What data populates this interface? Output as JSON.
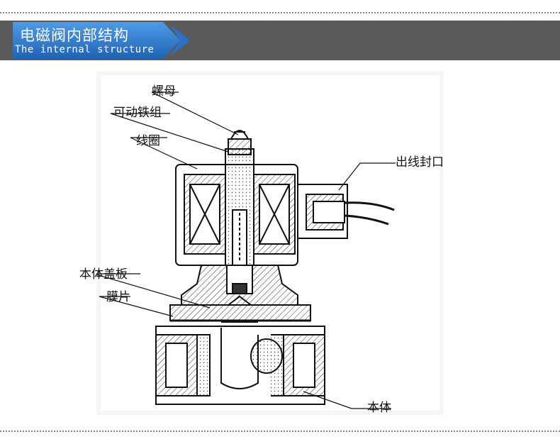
{
  "header": {
    "title_cn": "电磁阀内部结构",
    "title_en": "The internal structure"
  },
  "labels": {
    "nut": "螺母",
    "armature": "可动铁组",
    "coil": "线圈",
    "outlet_seal": "出线封口",
    "bonnet": "本体盖板",
    "diaphragm": "膜片",
    "body": "本体"
  },
  "colors": {
    "banner": "#5a5a5a",
    "accent": "#2f7fd1"
  }
}
